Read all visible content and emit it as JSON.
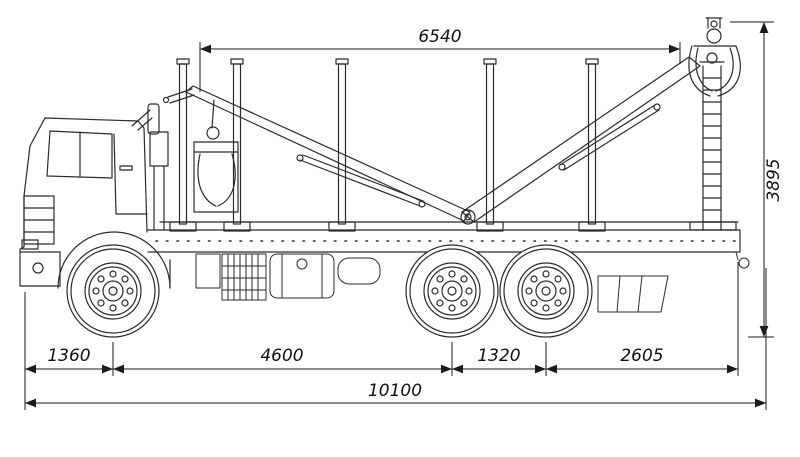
{
  "drawing": {
    "dimensions": {
      "top_span": "6540",
      "height": "3895",
      "front_overhang": "1360",
      "wheelbase": "4600",
      "axle_spacing": "1320",
      "rear_overhang": "2605",
      "overall_length": "10100"
    },
    "colors": {
      "line": "#2b2b2b",
      "dimension_line": "#1a1a1a",
      "background": "#ffffff"
    }
  }
}
